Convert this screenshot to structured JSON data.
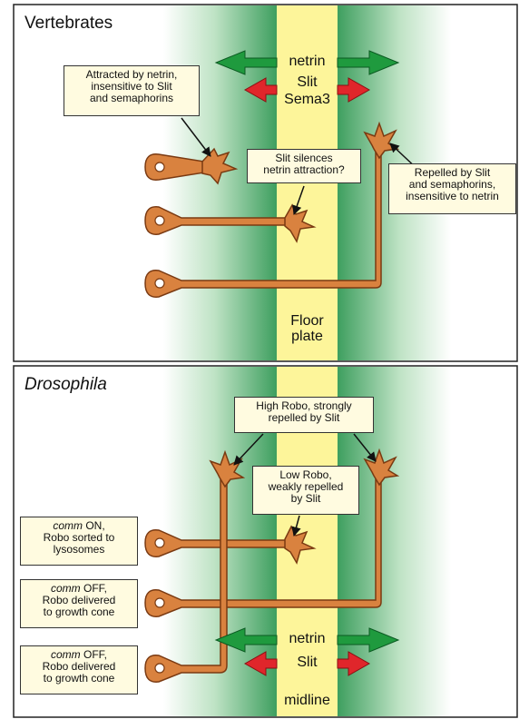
{
  "panels": {
    "vertebrates": {
      "title": "Vertebrates",
      "labels": {
        "netrin": "netrin",
        "slit": "Slit",
        "sema3": "Sema3",
        "floor_plate_1": "Floor",
        "floor_plate_2": "plate"
      },
      "boxes": {
        "attracted_1": "Attracted by netrin,",
        "attracted_2": "insensitive to Slit",
        "attracted_3": "and semaphorins",
        "silences_1": "Slit silences",
        "silences_2": "netrin attraction?",
        "repelled_1": "Repelled by Slit",
        "repelled_2": "and semaphorins,",
        "repelled_3": "insensitive to netrin"
      }
    },
    "drosophila": {
      "title": "Drosophila",
      "labels": {
        "netrin": "netrin",
        "slit": "Slit",
        "midline": "midline"
      },
      "boxes": {
        "high_robo_1": "High Robo, strongly",
        "high_robo_2": "repelled by Slit",
        "low_robo_1": "Low Robo,",
        "low_robo_2": "weakly repelled",
        "low_robo_3": "by Slit",
        "comm_on_1": "comm",
        "comm_on_2": " ON,",
        "comm_on_3": "Robo sorted to",
        "comm_on_4": "lysosomes",
        "comm_off_a_1": "comm",
        "comm_off_a_2": " OFF,",
        "comm_off_a_3": "Robo delivered",
        "comm_off_a_4": "to growth cone",
        "comm_off_b_1": "comm",
        "comm_off_b_2": " OFF,",
        "comm_off_b_3": "Robo delivered",
        "comm_off_b_4": "to growth cone"
      }
    }
  },
  "colors": {
    "midline_yellow": "#fdf59a",
    "green_dark": "#3da060",
    "neuron_orange": "#d9823f",
    "neuron_outline": "#7a3a12",
    "arrow_green": "#1f9a3e",
    "arrow_red": "#e0262b",
    "box_fill": "#fffbe0"
  }
}
